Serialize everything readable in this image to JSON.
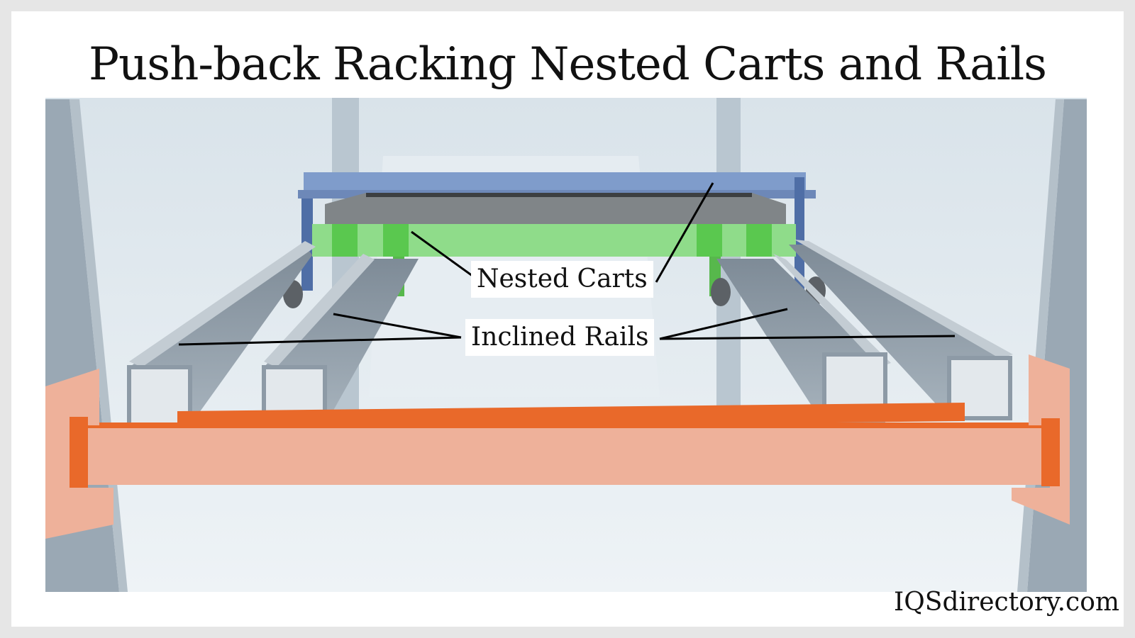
{
  "title": "Push-back Racking Nested Carts and Rails",
  "labels": {
    "nested_carts": "Nested Carts",
    "inclined_rails": "Inclined Rails"
  },
  "watermark": "IQSdirectory.com",
  "colors": {
    "background": "#e6e6e6",
    "frame": "#ffffff",
    "scene_bg": "#dfe8ee",
    "upright": "#9aa8b4",
    "rail": "#8d9aa6",
    "beam": "#eeb19a",
    "beam_dark": "#e9692a",
    "cart_blue": "#7f9ccb",
    "cart_green": "#8fdc8a",
    "cart_gray": "#808588"
  }
}
